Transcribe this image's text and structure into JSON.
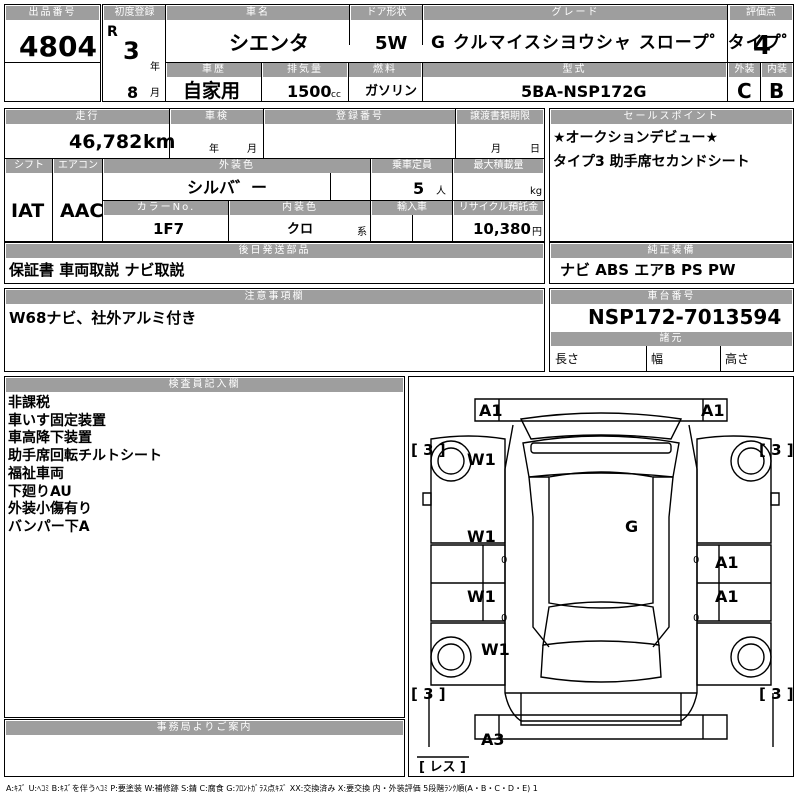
{
  "lot": {
    "label": "出品番号",
    "value": "4804"
  },
  "first_reg": {
    "label": "初度登録",
    "era": "R",
    "year": "3",
    "year_unit": "年",
    "month": "8",
    "month_unit": "月"
  },
  "car_name": {
    "label": "車名",
    "value": "シエンタ"
  },
  "door": {
    "label": "ドア形状",
    "value": "5W"
  },
  "grade": {
    "label": "グレード",
    "value": "G クルマイスシヨウシャ スロープ゜タイプ゜"
  },
  "score": {
    "label": "評価点",
    "value": "4"
  },
  "history": {
    "label": "車歴",
    "value": "自家用"
  },
  "displacement": {
    "label": "排気量",
    "value": "1500",
    "unit": "cc"
  },
  "fuel": {
    "label": "燃料",
    "value": "ガソリン"
  },
  "model": {
    "label": "型式",
    "value": "5BA-NSP172G"
  },
  "ext_score": {
    "label": "外装",
    "value": "C"
  },
  "int_score": {
    "label": "内装",
    "value": "B"
  },
  "mileage": {
    "label": "走行",
    "value": "46,782",
    "unit": "km"
  },
  "inspection": {
    "label": "車検",
    "year_unit": "年",
    "month_unit": "月"
  },
  "reg_number": {
    "label": "登録番号"
  },
  "transfer": {
    "label": "譲渡書類期限",
    "month_unit": "月",
    "day_unit": "日"
  },
  "shift": {
    "label": "シフト",
    "value": "IAT"
  },
  "aircon": {
    "label": "エアコン",
    "value": "AAC"
  },
  "exterior_color": {
    "label": "外装色",
    "value": "シルバ゛ー"
  },
  "capacity": {
    "label": "乗車定員",
    "value": "5",
    "unit": "人"
  },
  "max_load": {
    "label": "最大積載量",
    "unit": "kg"
  },
  "color_no": {
    "label": "カラーNo.",
    "value": "1F7"
  },
  "interior_color": {
    "label": "内装色",
    "value": "クロ",
    "unit": "系"
  },
  "import": {
    "label": "輸入車"
  },
  "recycle": {
    "label": "リサイクル預託金",
    "value": "10,380",
    "unit": "円"
  },
  "sales_point": {
    "label": "セールスポイント",
    "lines": [
      "★オークションデビュー★",
      "タイプ3 助手席セカンドシート"
    ]
  },
  "later_parts": {
    "label": "後日発送部品",
    "value": "保証書 車両取説 ナビ取説"
  },
  "options": {
    "label": "純正装備",
    "value": "ナビ ABS エアB PS PW"
  },
  "notes": {
    "label": "注意事項欄",
    "value": "W68ナビ、社外アルミ付き"
  },
  "chassis": {
    "label": "車台番号",
    "value": "NSP172-7013594"
  },
  "dims": {
    "label": "諸元",
    "length": "長さ",
    "width": "幅",
    "height": "高さ"
  },
  "inspector": {
    "label": "検査員記入欄",
    "lines": [
      "非課税",
      "車いす固定装置",
      "車高降下装置",
      "助手席回転チルトシート",
      "福祉車両",
      "下廻りAU",
      "外装小傷有り",
      "バンパー下A"
    ]
  },
  "office": {
    "label": "事務局よりご案内"
  },
  "diagram": {
    "a1_front_left": "A1",
    "a1_front_right": "A1",
    "tire_fl": "[ 3 ]",
    "tire_fr": "[ 3 ]",
    "tire_rl": "[ 3 ]",
    "tire_rr": "[ 3 ]",
    "w1_a": "W1",
    "w1_b": "W1",
    "w1_c": "W1",
    "w1_d": "W1",
    "g_glass": "G",
    "a1_right_a": "A1",
    "a1_right_b": "A1",
    "zero_a": "0",
    "zero_b": "0",
    "zero_c": "0",
    "zero_d": "0",
    "a3_rear": "A3",
    "spare": "[ レス ]"
  },
  "legend": "A:ｷｽﾞ U:ﾍｺﾐ B:ｷｽﾞを伴うﾍｺﾐ P:要塗装 W:補修跡 S:錆 C:腐食 G:ﾌﾛﾝﾄｶﾞﾗｽ点ｷｽﾞ XX:交換済み X:要交換 内・外装評価 5段階ﾗﾝｸ順(A・B・C・D・E) 1"
}
